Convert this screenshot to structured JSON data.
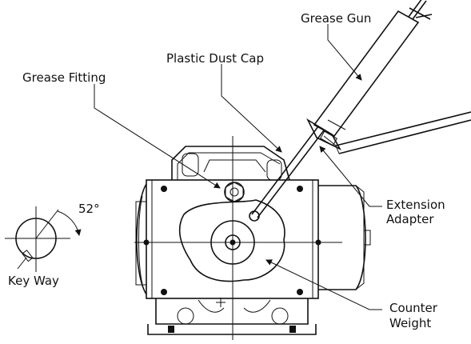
{
  "labels": {
    "grease_gun": "Grease Gun",
    "plastic_dust_cap": "Plastic Dust Cap",
    "grease_fitting": "Grease Fitting",
    "extension_adapter_line1": "Extension",
    "extension_adapter_line2": "Adapter",
    "angle": "52°",
    "key_way": "Key Way",
    "counter_weight_line1": "Counter",
    "counter_weight_line2": "Weight"
  },
  "colors": {
    "ink": "#111111",
    "background": "#ffffff"
  }
}
